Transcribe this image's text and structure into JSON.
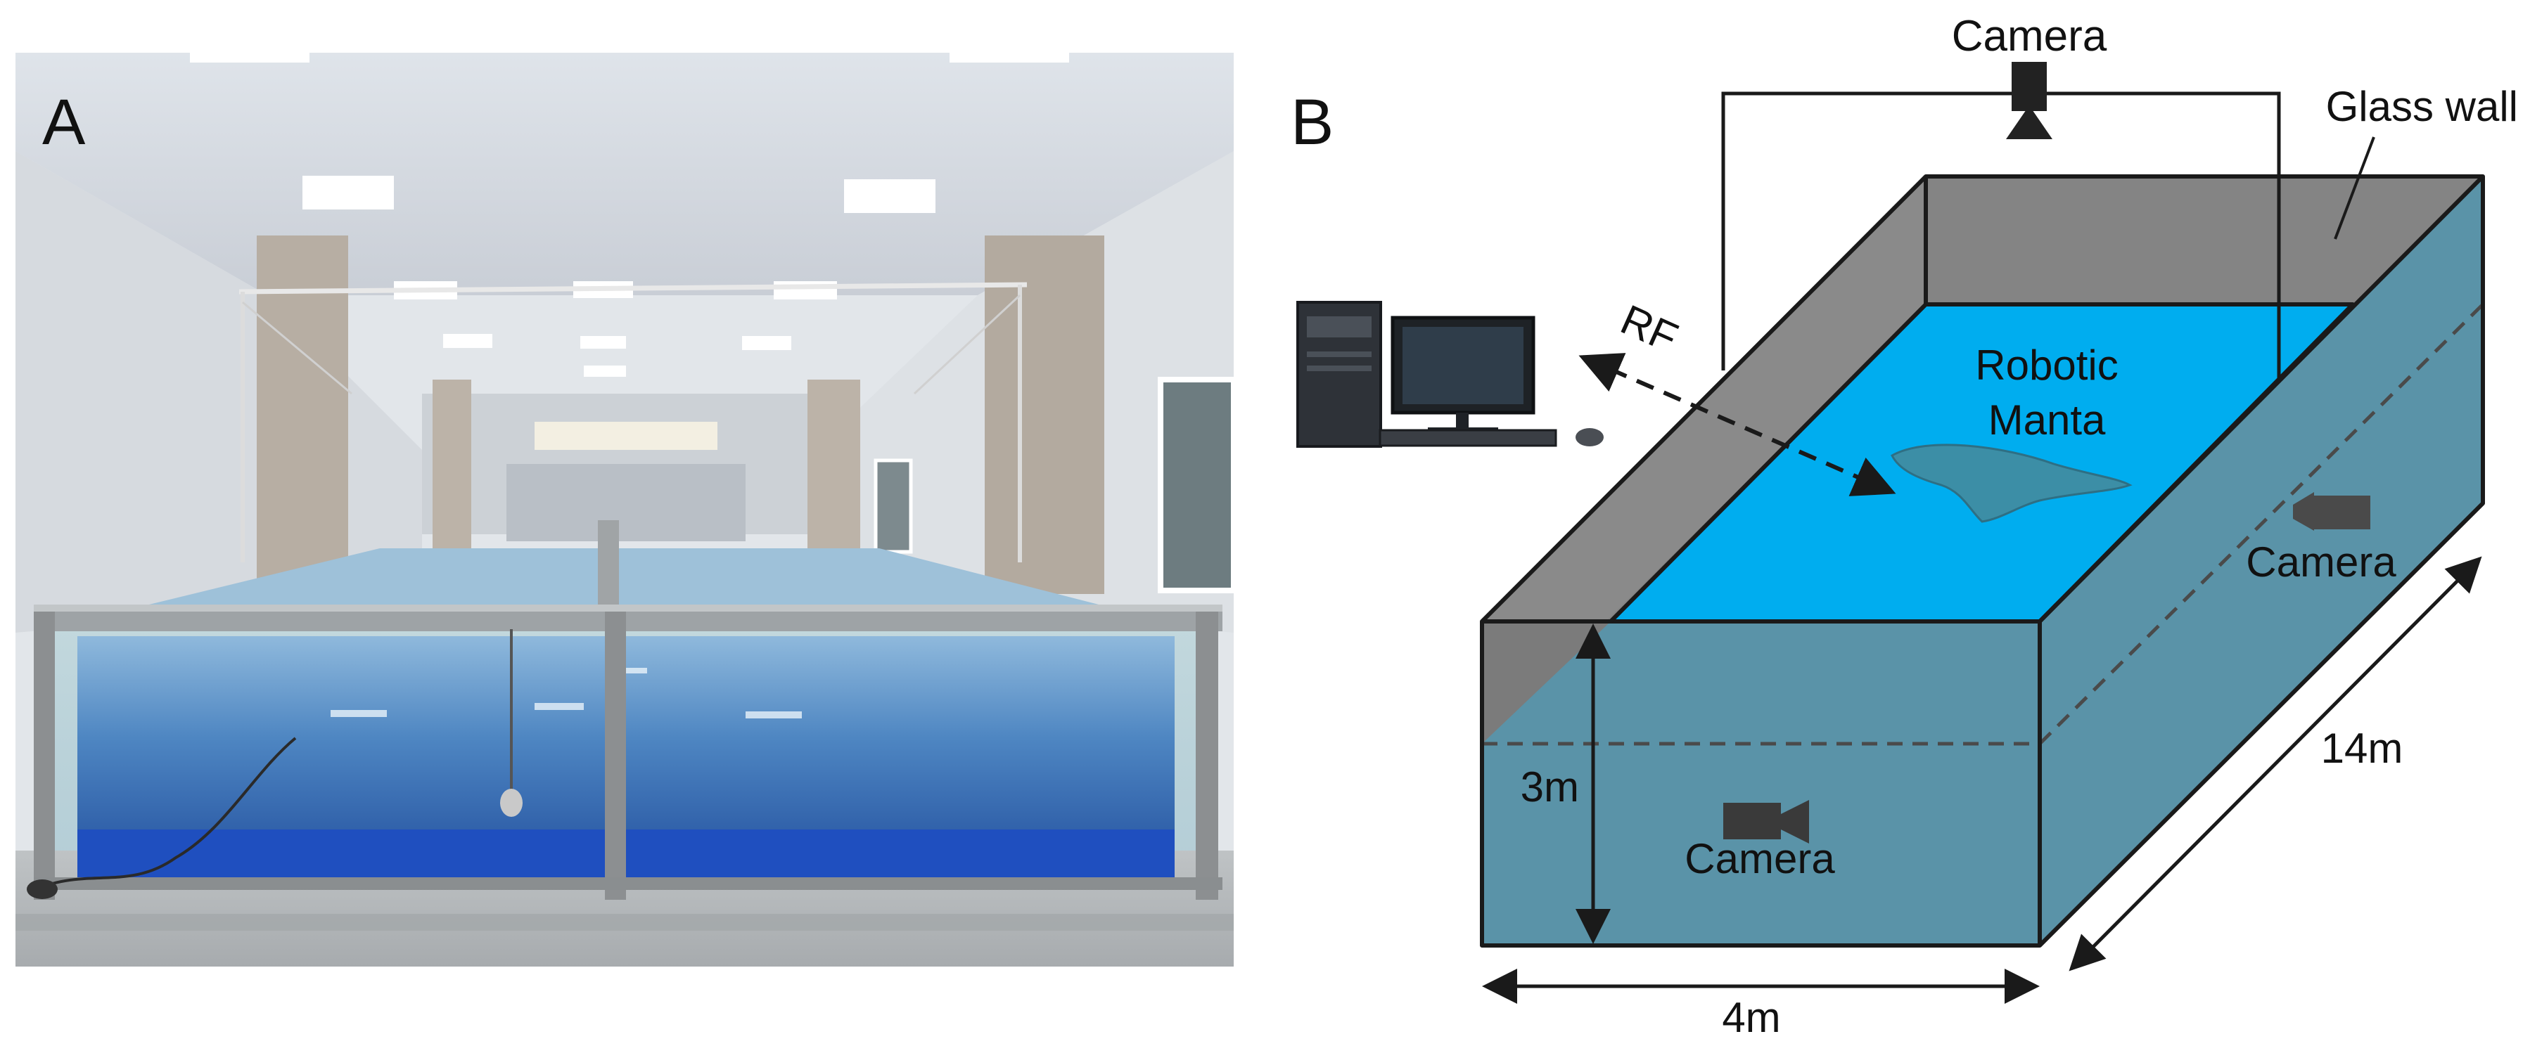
{
  "panels": {
    "a": {
      "label": "A"
    },
    "b": {
      "label": "B"
    }
  },
  "diagram": {
    "labels": {
      "camera_top": "Camera",
      "glass_wall": "Glass wall",
      "rf": "RF",
      "robot_line1": "Robotic",
      "robot_line2": "Manta",
      "camera_side": "Camera",
      "camera_front": "Camera",
      "depth": "3m",
      "length": "14m",
      "width": "4m"
    },
    "colors": {
      "water_surface": "#00adef",
      "water_front": "#5a93a8",
      "wall_gray": "#848484",
      "outline": "#1a1a1a",
      "manta": "#3c8ea6"
    }
  }
}
